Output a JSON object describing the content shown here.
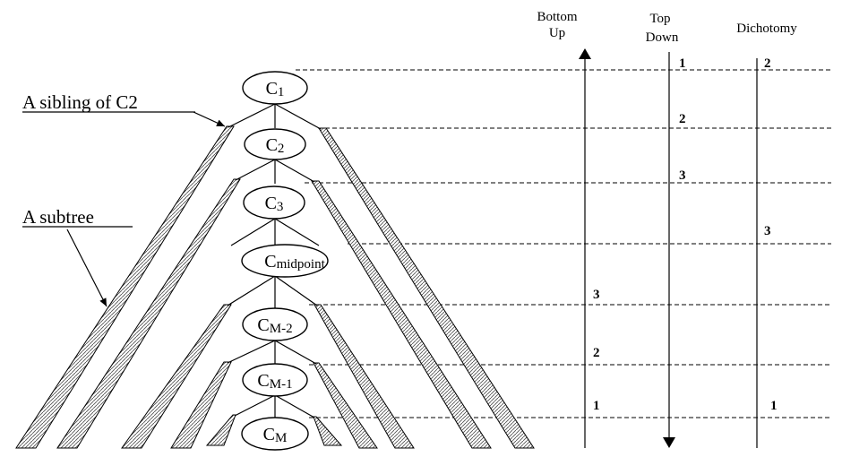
{
  "labels": {
    "sibling": "A sibling of C2",
    "subtree": "A subtree"
  },
  "columns": {
    "bottom_up": [
      "Bottom",
      "Up"
    ],
    "top_down": [
      "Top",
      "Down"
    ],
    "dichotomy": "Dichotomy"
  },
  "nodes": [
    {
      "main": "C",
      "sub": "1"
    },
    {
      "main": "C",
      "sub": "2"
    },
    {
      "main": "C",
      "sub": "3"
    },
    {
      "main": "C",
      "sub": "midpoint"
    },
    {
      "main": "C",
      "sub": "M-2"
    },
    {
      "main": "C",
      "sub": "M-1"
    },
    {
      "main": "C",
      "sub": "M"
    }
  ],
  "steps": {
    "top_down": [
      "1",
      "2",
      "3"
    ],
    "dichotomy": [
      "2",
      "3",
      "1"
    ],
    "bottom_up": [
      "3",
      "2",
      "1"
    ]
  }
}
